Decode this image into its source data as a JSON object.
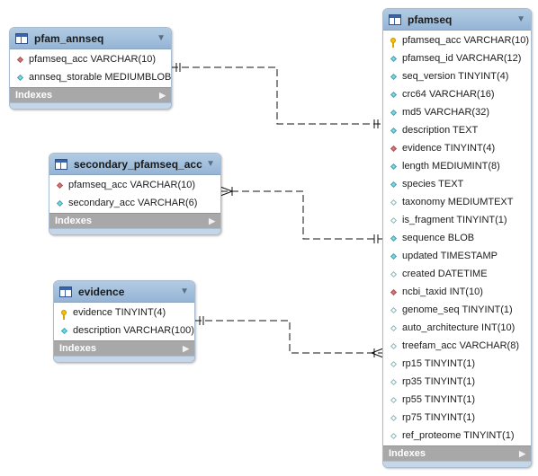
{
  "tables": [
    {
      "name": "pfam_annseq",
      "columns": [
        {
          "text": "pfamseq_acc VARCHAR(10)",
          "icon": "foreign-key-icon"
        },
        {
          "text": "annseq_storable MEDIUMBLOB",
          "icon": "not-null-column-icon"
        }
      ],
      "indexes_label": "Indexes"
    },
    {
      "name": "secondary_pfamseq_acc",
      "columns": [
        {
          "text": "pfamseq_acc VARCHAR(10)",
          "icon": "foreign-key-icon"
        },
        {
          "text": "secondary_acc VARCHAR(6)",
          "icon": "not-null-column-icon"
        }
      ],
      "indexes_label": "Indexes"
    },
    {
      "name": "evidence",
      "columns": [
        {
          "text": "evidence TINYINT(4)",
          "icon": "primary-key-icon"
        },
        {
          "text": "description VARCHAR(100)",
          "icon": "not-null-column-icon"
        }
      ],
      "indexes_label": "Indexes"
    },
    {
      "name": "pfamseq",
      "columns": [
        {
          "text": "pfamseq_acc VARCHAR(10)",
          "icon": "primary-key-icon"
        },
        {
          "text": "pfamseq_id VARCHAR(12)",
          "icon": "not-null-column-icon"
        },
        {
          "text": "seq_version TINYINT(4)",
          "icon": "not-null-column-icon"
        },
        {
          "text": "crc64 VARCHAR(16)",
          "icon": "not-null-column-icon"
        },
        {
          "text": "md5 VARCHAR(32)",
          "icon": "not-null-column-icon"
        },
        {
          "text": "description TEXT",
          "icon": "not-null-column-icon"
        },
        {
          "text": "evidence TINYINT(4)",
          "icon": "foreign-key-icon"
        },
        {
          "text": "length MEDIUMINT(8)",
          "icon": "not-null-column-icon"
        },
        {
          "text": "species TEXT",
          "icon": "not-null-column-icon"
        },
        {
          "text": "taxonomy MEDIUMTEXT",
          "icon": "nullable-column-icon"
        },
        {
          "text": "is_fragment TINYINT(1)",
          "icon": "nullable-column-icon"
        },
        {
          "text": "sequence BLOB",
          "icon": "not-null-column-icon"
        },
        {
          "text": "updated TIMESTAMP",
          "icon": "not-null-column-icon"
        },
        {
          "text": "created DATETIME",
          "icon": "nullable-column-icon"
        },
        {
          "text": "ncbi_taxid INT(10)",
          "icon": "foreign-key-icon"
        },
        {
          "text": "genome_seq TINYINT(1)",
          "icon": "nullable-column-icon"
        },
        {
          "text": "auto_architecture INT(10)",
          "icon": "nullable-column-icon"
        },
        {
          "text": "treefam_acc VARCHAR(8)",
          "icon": "nullable-column-icon"
        },
        {
          "text": "rp15 TINYINT(1)",
          "icon": "nullable-column-icon"
        },
        {
          "text": "rp35 TINYINT(1)",
          "icon": "nullable-column-icon"
        },
        {
          "text": "rp55 TINYINT(1)",
          "icon": "nullable-column-icon"
        },
        {
          "text": "rp75 TINYINT(1)",
          "icon": "nullable-column-icon"
        },
        {
          "text": "ref_proteome TINYINT(1)",
          "icon": "nullable-column-icon"
        }
      ],
      "indexes_label": "Indexes"
    }
  ],
  "relationships": [
    {
      "from": "pfam_annseq",
      "to": "pfamseq",
      "from_end": "one-mandatory",
      "to_end": "one-mandatory"
    },
    {
      "from": "secondary_pfamseq_acc",
      "to": "pfamseq",
      "from_end": "many-mandatory",
      "to_end": "one-mandatory"
    },
    {
      "from": "evidence",
      "to": "pfamseq",
      "from_end": "one-mandatory",
      "to_end": "many-mandatory"
    }
  ],
  "colors": {
    "header_top": "#b2cbe3",
    "header_bottom": "#95b5d6",
    "indexes_bar": "#a8a8a8",
    "foreign_key": "#d57676",
    "not_null": "#7fd7e2",
    "primary_key": "#f2c200"
  }
}
